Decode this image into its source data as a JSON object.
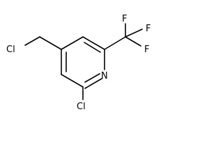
{
  "molecule": {
    "atoms": {
      "cl_chloromethyl": "Cl",
      "f_top": "F",
      "f_right": "F",
      "f_bottom": "F",
      "n_ring": "N",
      "cl_ring": "Cl"
    },
    "colors": {
      "bond": "#000000",
      "label": "#000000",
      "background": "#ffffff"
    }
  }
}
